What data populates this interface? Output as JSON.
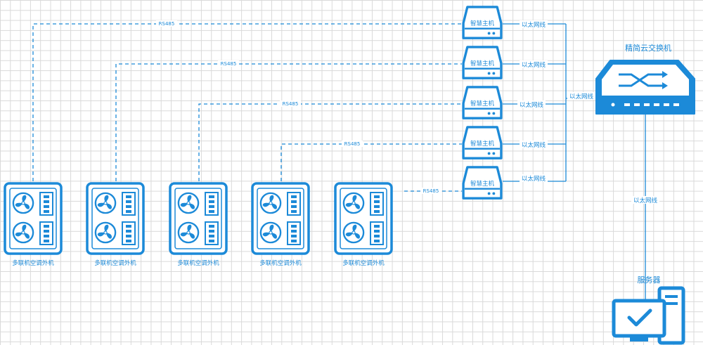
{
  "hosts": [
    {
      "label": "智慧主机",
      "link": "以太网线"
    },
    {
      "label": "智慧主机",
      "link": "以太网线"
    },
    {
      "label": "智慧主机",
      "link": "以太网线"
    },
    {
      "label": "智慧主机",
      "link": "以太网线"
    },
    {
      "label": "智慧主机",
      "link": "以太网线"
    }
  ],
  "outdoor_units": [
    {
      "label": "多联机空调外机",
      "bus": "RS485"
    },
    {
      "label": "多联机空调外机",
      "bus": "RS485"
    },
    {
      "label": "多联机空调外机",
      "bus": "RS485"
    },
    {
      "label": "多联机空调外机",
      "bus": "RS485"
    },
    {
      "label": "多联机空调外机",
      "bus": "RS485"
    }
  ],
  "switch": {
    "label": "精简云交换机",
    "uplink": "以太网线"
  },
  "server": {
    "label": "服务器",
    "link": "以太网线"
  },
  "colors": {
    "accent": "#1c8ad8"
  }
}
